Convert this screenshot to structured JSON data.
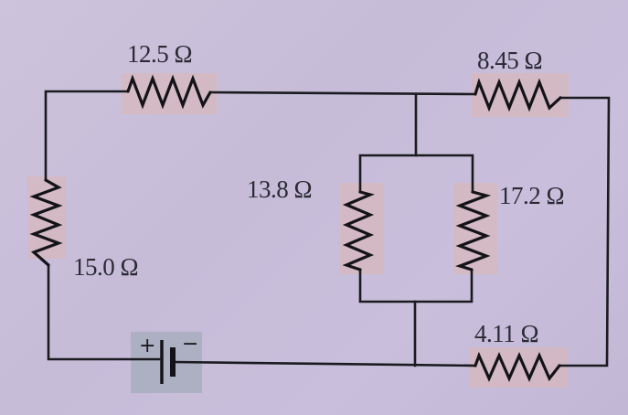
{
  "diagram": {
    "type": "circuit",
    "resistors": [
      {
        "id": "r1",
        "label": "12.5 Ω",
        "ohms": 12.5,
        "position": "top-left branch"
      },
      {
        "id": "r2",
        "label": "8.45 Ω",
        "ohms": 8.45,
        "position": "top-right branch"
      },
      {
        "id": "r3",
        "label": "13.8 Ω",
        "ohms": 13.8,
        "position": "middle parallel left"
      },
      {
        "id": "r4",
        "label": "17.2 Ω",
        "ohms": 17.2,
        "position": "middle parallel right"
      },
      {
        "id": "r5",
        "label": "15.0 Ω",
        "ohms": 15.0,
        "position": "left side"
      },
      {
        "id": "r6",
        "label": "4.11 Ω",
        "ohms": 4.11,
        "position": "bottom-right branch"
      }
    ],
    "battery": {
      "plus": "+",
      "minus": "−"
    },
    "colors": {
      "wire": "#1a1a1f",
      "highlight": "#d9b7b8",
      "battery_highlight": "#a7aebd",
      "background": "#c8bedb"
    }
  }
}
